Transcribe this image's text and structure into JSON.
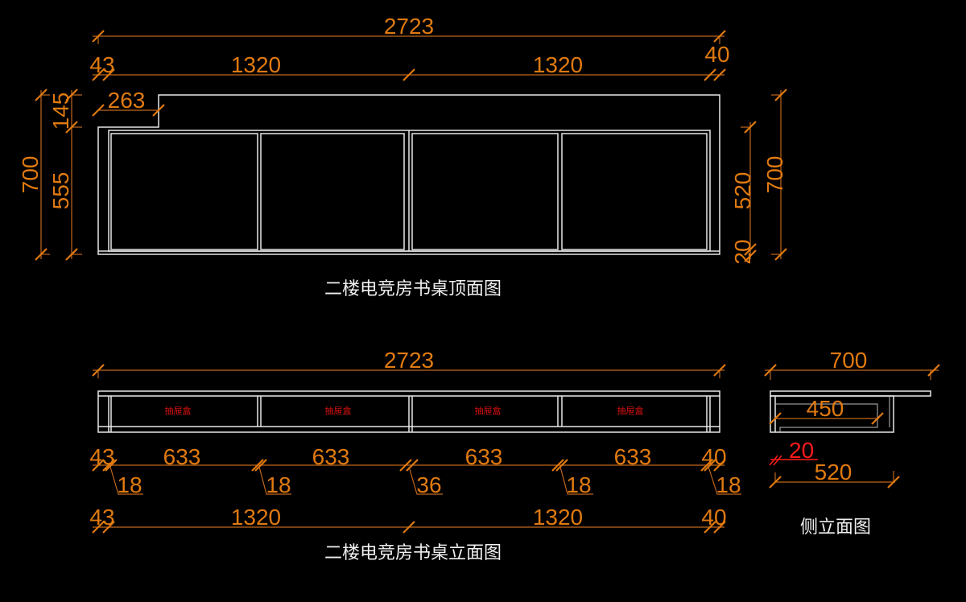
{
  "top_view": {
    "title": "二楼电竞房书桌顶面图",
    "dims": {
      "overall_width": "2723",
      "left_offset": "43",
      "span_left": "1320",
      "span_right": "1320",
      "right_offset": "40",
      "notch_width": "263",
      "left_depth_total": "700",
      "notch_depth": "145",
      "left_depth_main": "555",
      "right_depth_total": "700",
      "right_depth_main": "520",
      "right_front": "20"
    }
  },
  "front_view": {
    "title": "二楼电竞房书桌立面图",
    "drawer_label": "抽屉盒",
    "dims": {
      "overall_width": "2723",
      "left_offset": "43",
      "drawer_widths": [
        "633",
        "633",
        "633",
        "633"
      ],
      "right_offset": "40",
      "panel_thicknesses": [
        "18",
        "18",
        "36",
        "18",
        "18"
      ],
      "bottom_left_offset": "43",
      "bottom_span_left": "1320",
      "bottom_span_right": "1320",
      "bottom_right_offset": "40"
    }
  },
  "side_view": {
    "title": "侧立面图",
    "dims": {
      "overall_depth": "700",
      "drawer_depth": "450",
      "front_gap": "20",
      "cabinet_depth": "520"
    }
  },
  "colors": {
    "background": "#000000",
    "lines": "#e8e8e8",
    "dimensions": "#e07a10",
    "red": "#ff1a1a"
  }
}
